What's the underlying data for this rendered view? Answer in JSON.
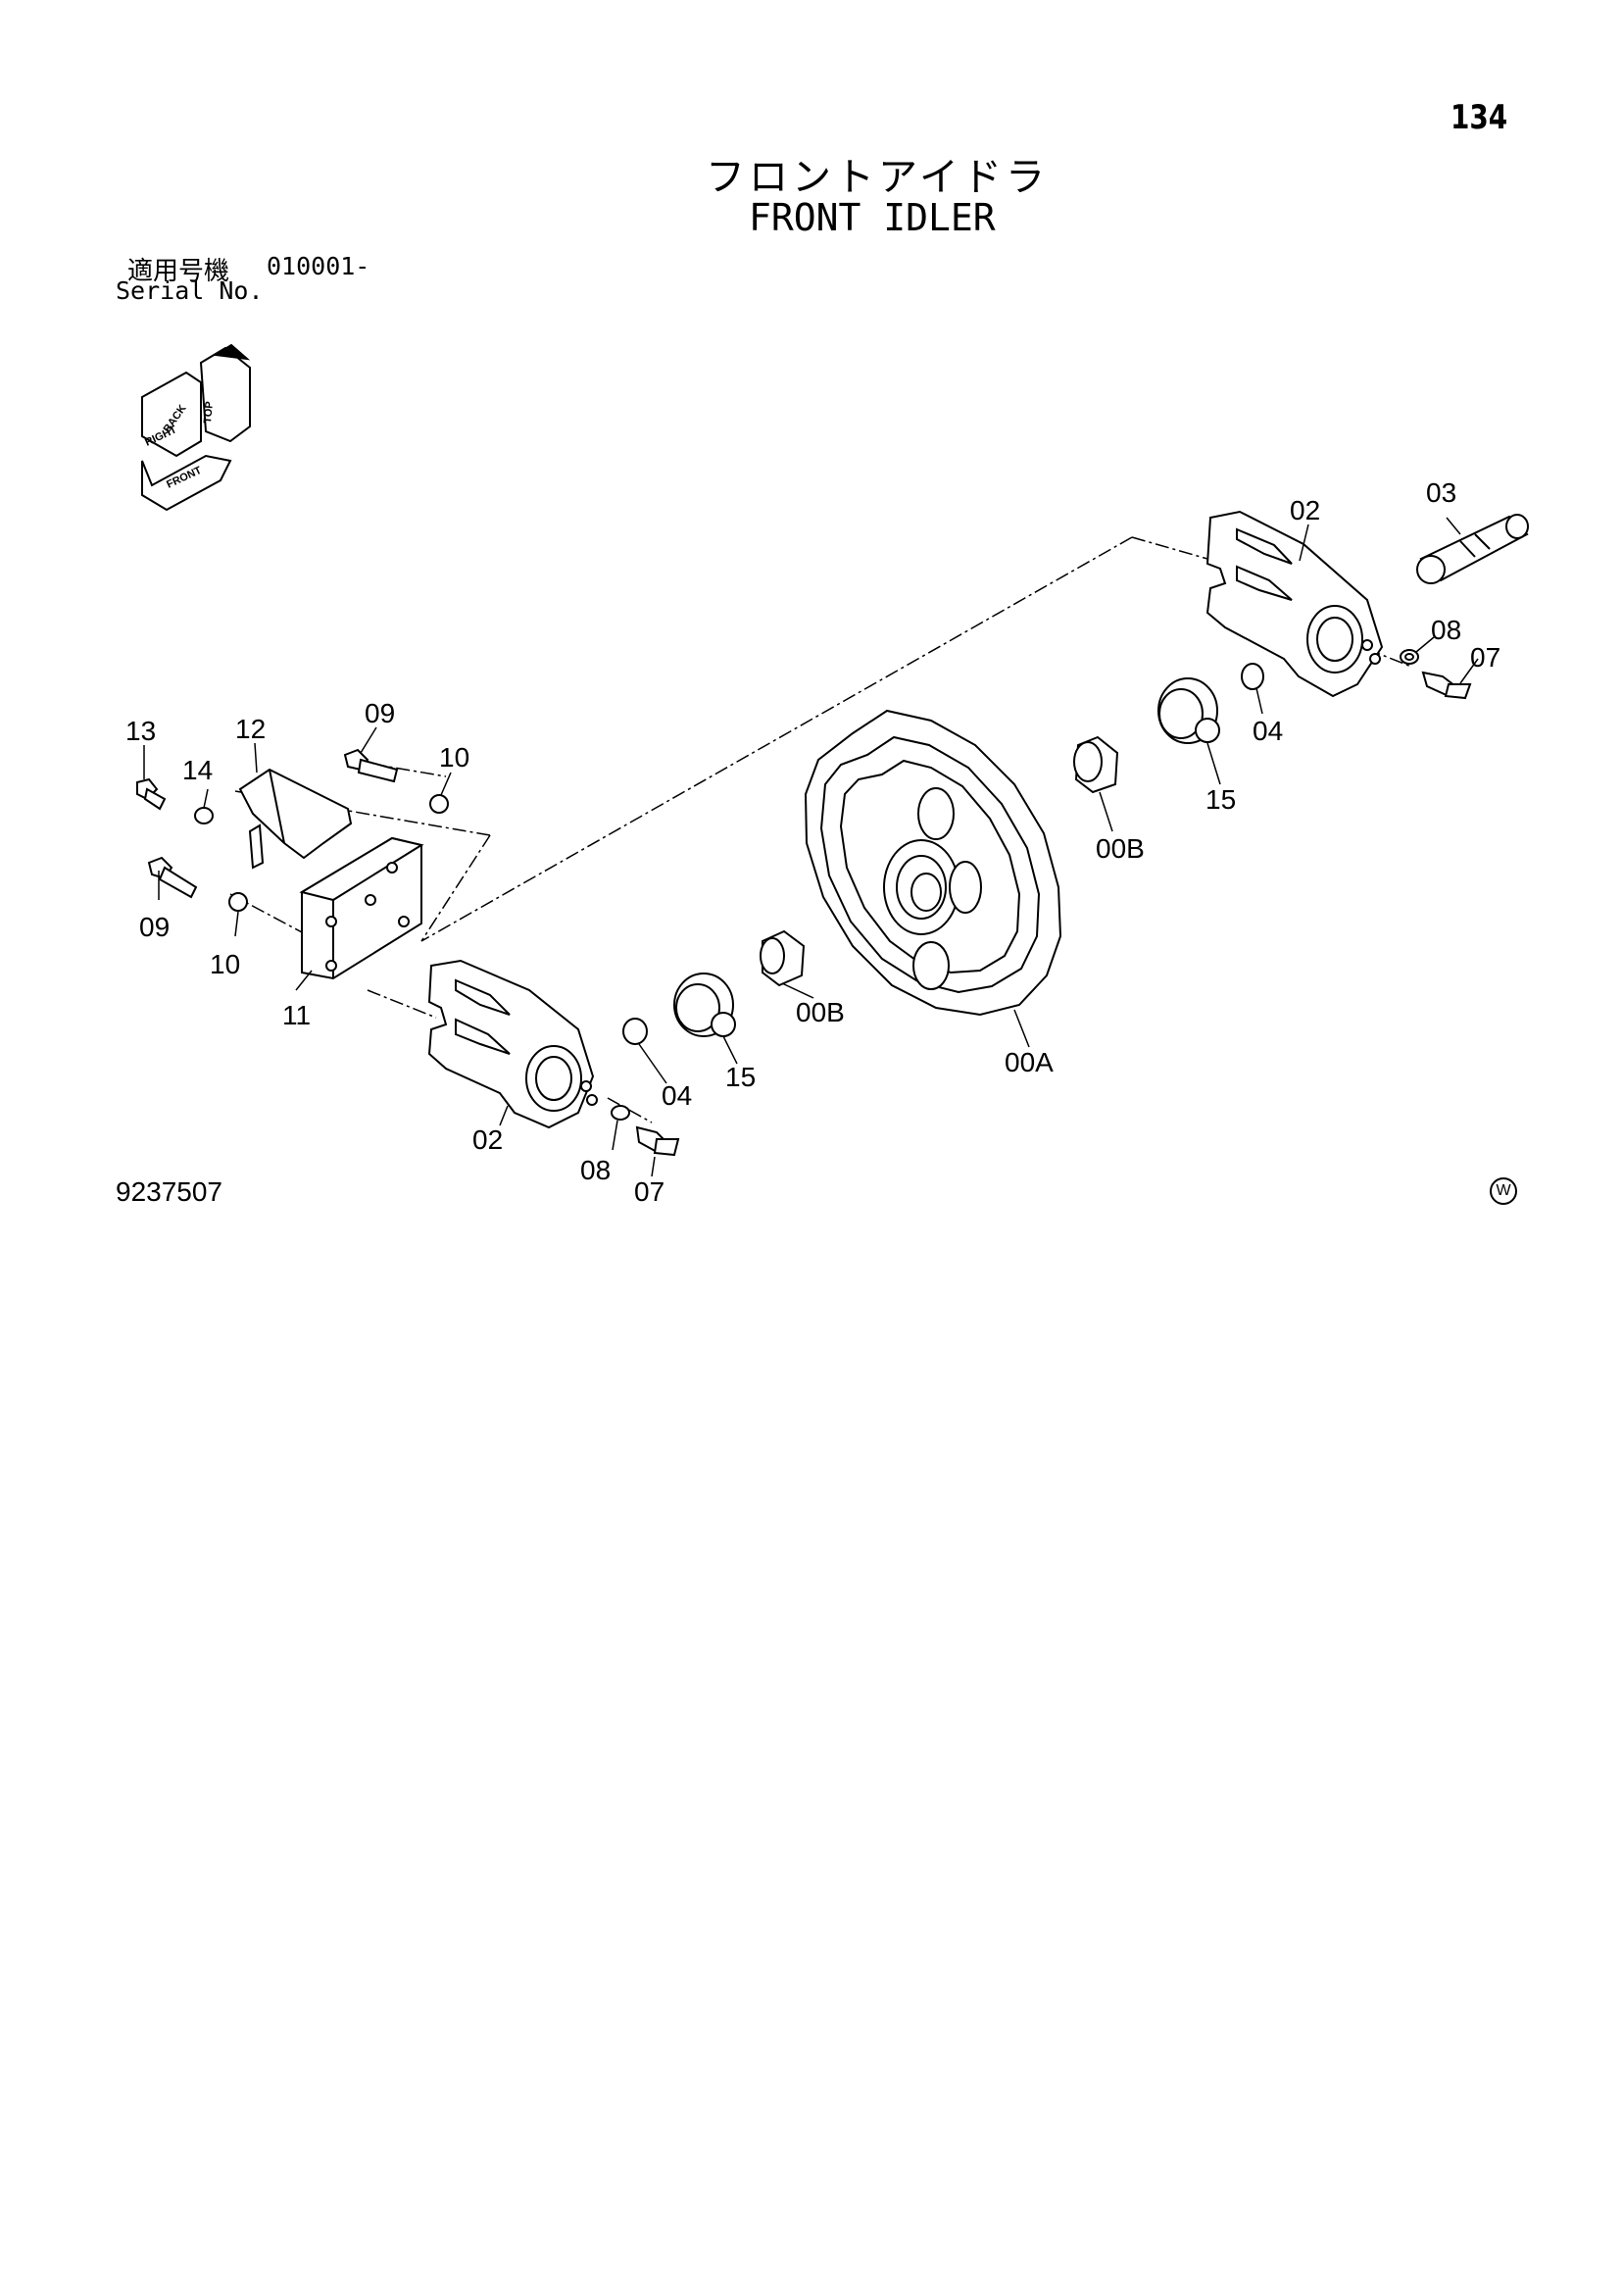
{
  "header": {
    "page_number": "134",
    "title_jp": "フロントアイドラ",
    "title_en": "FRONT IDLER",
    "serial_label_jp": "適用号機",
    "serial_range": "010001-",
    "serial_label_en": "Serial No."
  },
  "orientation": {
    "top": "TOP",
    "back": "BACK",
    "right": "RIGHT",
    "front": "FRONT"
  },
  "callouts": [
    {
      "id": "c-02-top",
      "label": "02"
    },
    {
      "id": "c-03",
      "label": "03"
    },
    {
      "id": "c-08-top",
      "label": "08"
    },
    {
      "id": "c-07-top",
      "label": "07"
    },
    {
      "id": "c-04-top",
      "label": "04"
    },
    {
      "id": "c-15-top",
      "label": "15"
    },
    {
      "id": "c-00b-top",
      "label": "00B"
    },
    {
      "id": "c-13",
      "label": "13"
    },
    {
      "id": "c-12",
      "label": "12"
    },
    {
      "id": "c-14",
      "label": "14"
    },
    {
      "id": "c-09-top",
      "label": "09"
    },
    {
      "id": "c-10-top",
      "label": "10"
    },
    {
      "id": "c-09-bottom",
      "label": "09"
    },
    {
      "id": "c-10-bottom",
      "label": "10"
    },
    {
      "id": "c-11",
      "label": "11"
    },
    {
      "id": "c-00b-bottom",
      "label": "00B"
    },
    {
      "id": "c-00a",
      "label": "00A"
    },
    {
      "id": "c-15-bottom",
      "label": "15"
    },
    {
      "id": "c-04-bottom",
      "label": "04"
    },
    {
      "id": "c-02-bottom",
      "label": "02"
    },
    {
      "id": "c-08-bottom",
      "label": "08"
    },
    {
      "id": "c-07-bottom",
      "label": "07"
    }
  ],
  "footer": {
    "doc_number": "9237507",
    "watermark": "W"
  }
}
